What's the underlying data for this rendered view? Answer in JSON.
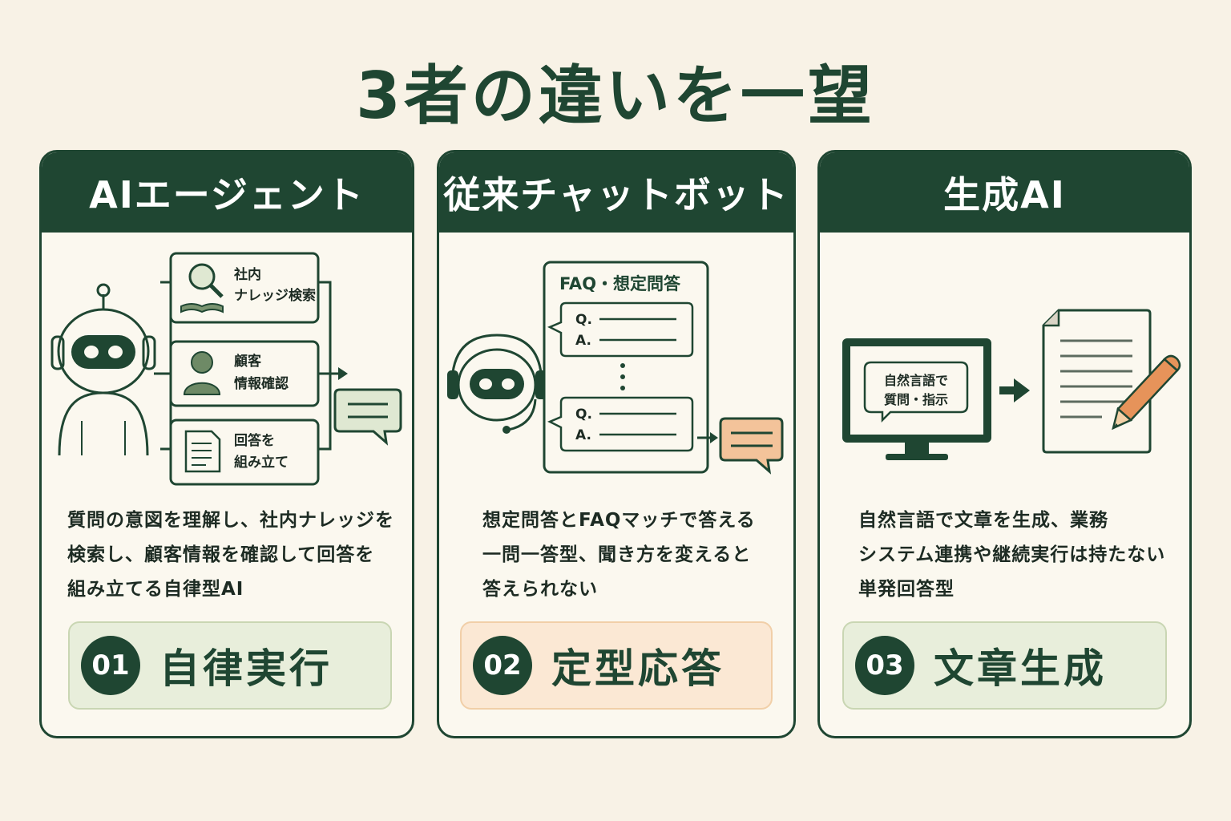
{
  "title": "3者の違いを一望",
  "cards": [
    {
      "heading": "AIエージェント",
      "tools": [
        {
          "line1": "社内",
          "line2": "ナレッジ検索"
        },
        {
          "line1": "顧客",
          "line2": "情報確認"
        },
        {
          "line1": "回答を",
          "line2": "組み立て"
        }
      ],
      "desc": [
        "質問の意図を理解し、社内ナレッジを",
        "検索し、顧客情報を確認して回答を",
        "組み立てる自律型AI"
      ],
      "badge_num": "01",
      "badge_label": "自律実行"
    },
    {
      "heading": "従来チャットボット",
      "faq_title": "FAQ・想定問答",
      "q": "Q.",
      "a": "A.",
      "desc": [
        "想定問答とFAQマッチで答える",
        "一問一答型、聞き方を変えると",
        "答えられない"
      ],
      "badge_num": "02",
      "badge_label": "定型応答"
    },
    {
      "heading": "生成AI",
      "prompt_line1": "自然言語で",
      "prompt_line2": "質問・指示",
      "desc": [
        "自然言語で文章を生成、業務",
        "システム連携や継続実行は持たない",
        "単発回答型"
      ],
      "badge_num": "03",
      "badge_label": "文章生成"
    }
  ],
  "colors": {
    "primary": "#1f4632",
    "background": "#f8f2e6",
    "badge_green": "#e8eedb",
    "badge_orange": "#fbe8d4",
    "bubble_orange": "#f3c39a",
    "bubble_green": "#dfe8d2"
  }
}
